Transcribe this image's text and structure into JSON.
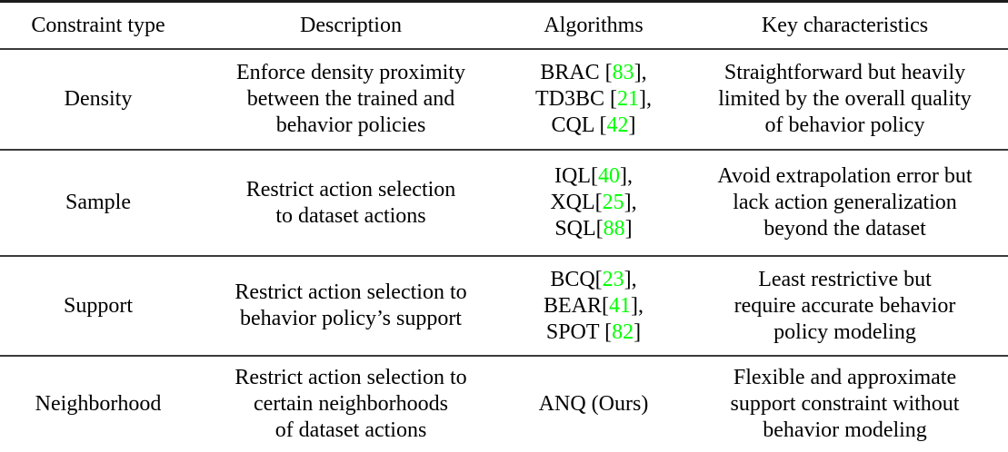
{
  "table": {
    "columns": [
      {
        "key": "constraint_type",
        "header": "Constraint type"
      },
      {
        "key": "description",
        "header": "Description"
      },
      {
        "key": "algorithms",
        "header": "Algorithms"
      },
      {
        "key": "key_characteristics",
        "header": "Key characteristics"
      }
    ],
    "citation_color": "#00ff00",
    "rule_color": "#3a3a3a",
    "top_rule_color": "#1a1a1a",
    "rows": [
      {
        "constraint_type": "Density",
        "description_lines": [
          "Enforce density proximity",
          "between the trained and",
          "behavior policies"
        ],
        "algorithms_lines": [
          {
            "name": "BRAC ",
            "open": "[",
            "ref": "83",
            "close": "]",
            "tail": ","
          },
          {
            "name": "TD3BC ",
            "open": "[",
            "ref": "21",
            "close": "]",
            "tail": ","
          },
          {
            "name": "CQL ",
            "open": "[",
            "ref": "42",
            "close": "]",
            "tail": ""
          }
        ],
        "key_characteristics_lines": [
          "Straightforward but heavily",
          "limited by the overall quality",
          "of behavior policy"
        ]
      },
      {
        "constraint_type": "Sample",
        "description_lines": [
          "Restrict action selection",
          "to dataset actions"
        ],
        "algorithms_lines": [
          {
            "name": "IQL",
            "open": "[",
            "ref": "40",
            "close": "]",
            "tail": ","
          },
          {
            "name": "XQL",
            "open": "[",
            "ref": "25",
            "close": "]",
            "tail": ","
          },
          {
            "name": "SQL",
            "open": "[",
            "ref": "88",
            "close": "]",
            "tail": ""
          }
        ],
        "key_characteristics_lines": [
          "Avoid extrapolation error but",
          "lack action generalization",
          "beyond the dataset"
        ]
      },
      {
        "constraint_type": "Support",
        "description_lines": [
          "Restrict action selection to",
          "behavior policy’s support"
        ],
        "algorithms_lines": [
          {
            "name": "BCQ",
            "open": "[",
            "ref": "23",
            "close": "]",
            "tail": ","
          },
          {
            "name": "BEAR",
            "open": "[",
            "ref": "41",
            "close": "]",
            "tail": ","
          },
          {
            "name": "SPOT ",
            "open": "[",
            "ref": "82",
            "close": "]",
            "tail": ""
          }
        ],
        "key_characteristics_lines": [
          "Least restrictive but",
          "require accurate behavior",
          "policy modeling"
        ]
      },
      {
        "constraint_type": "Neighborhood",
        "description_lines": [
          "Restrict action selection to",
          "certain neighborhoods",
          "of dataset actions"
        ],
        "algorithms_lines": [
          {
            "name": "ANQ (Ours)",
            "open": "",
            "ref": "",
            "close": "",
            "tail": ""
          }
        ],
        "key_characteristics_lines": [
          "Flexible and approximate",
          "support constraint without",
          "behavior modeling"
        ]
      }
    ]
  }
}
